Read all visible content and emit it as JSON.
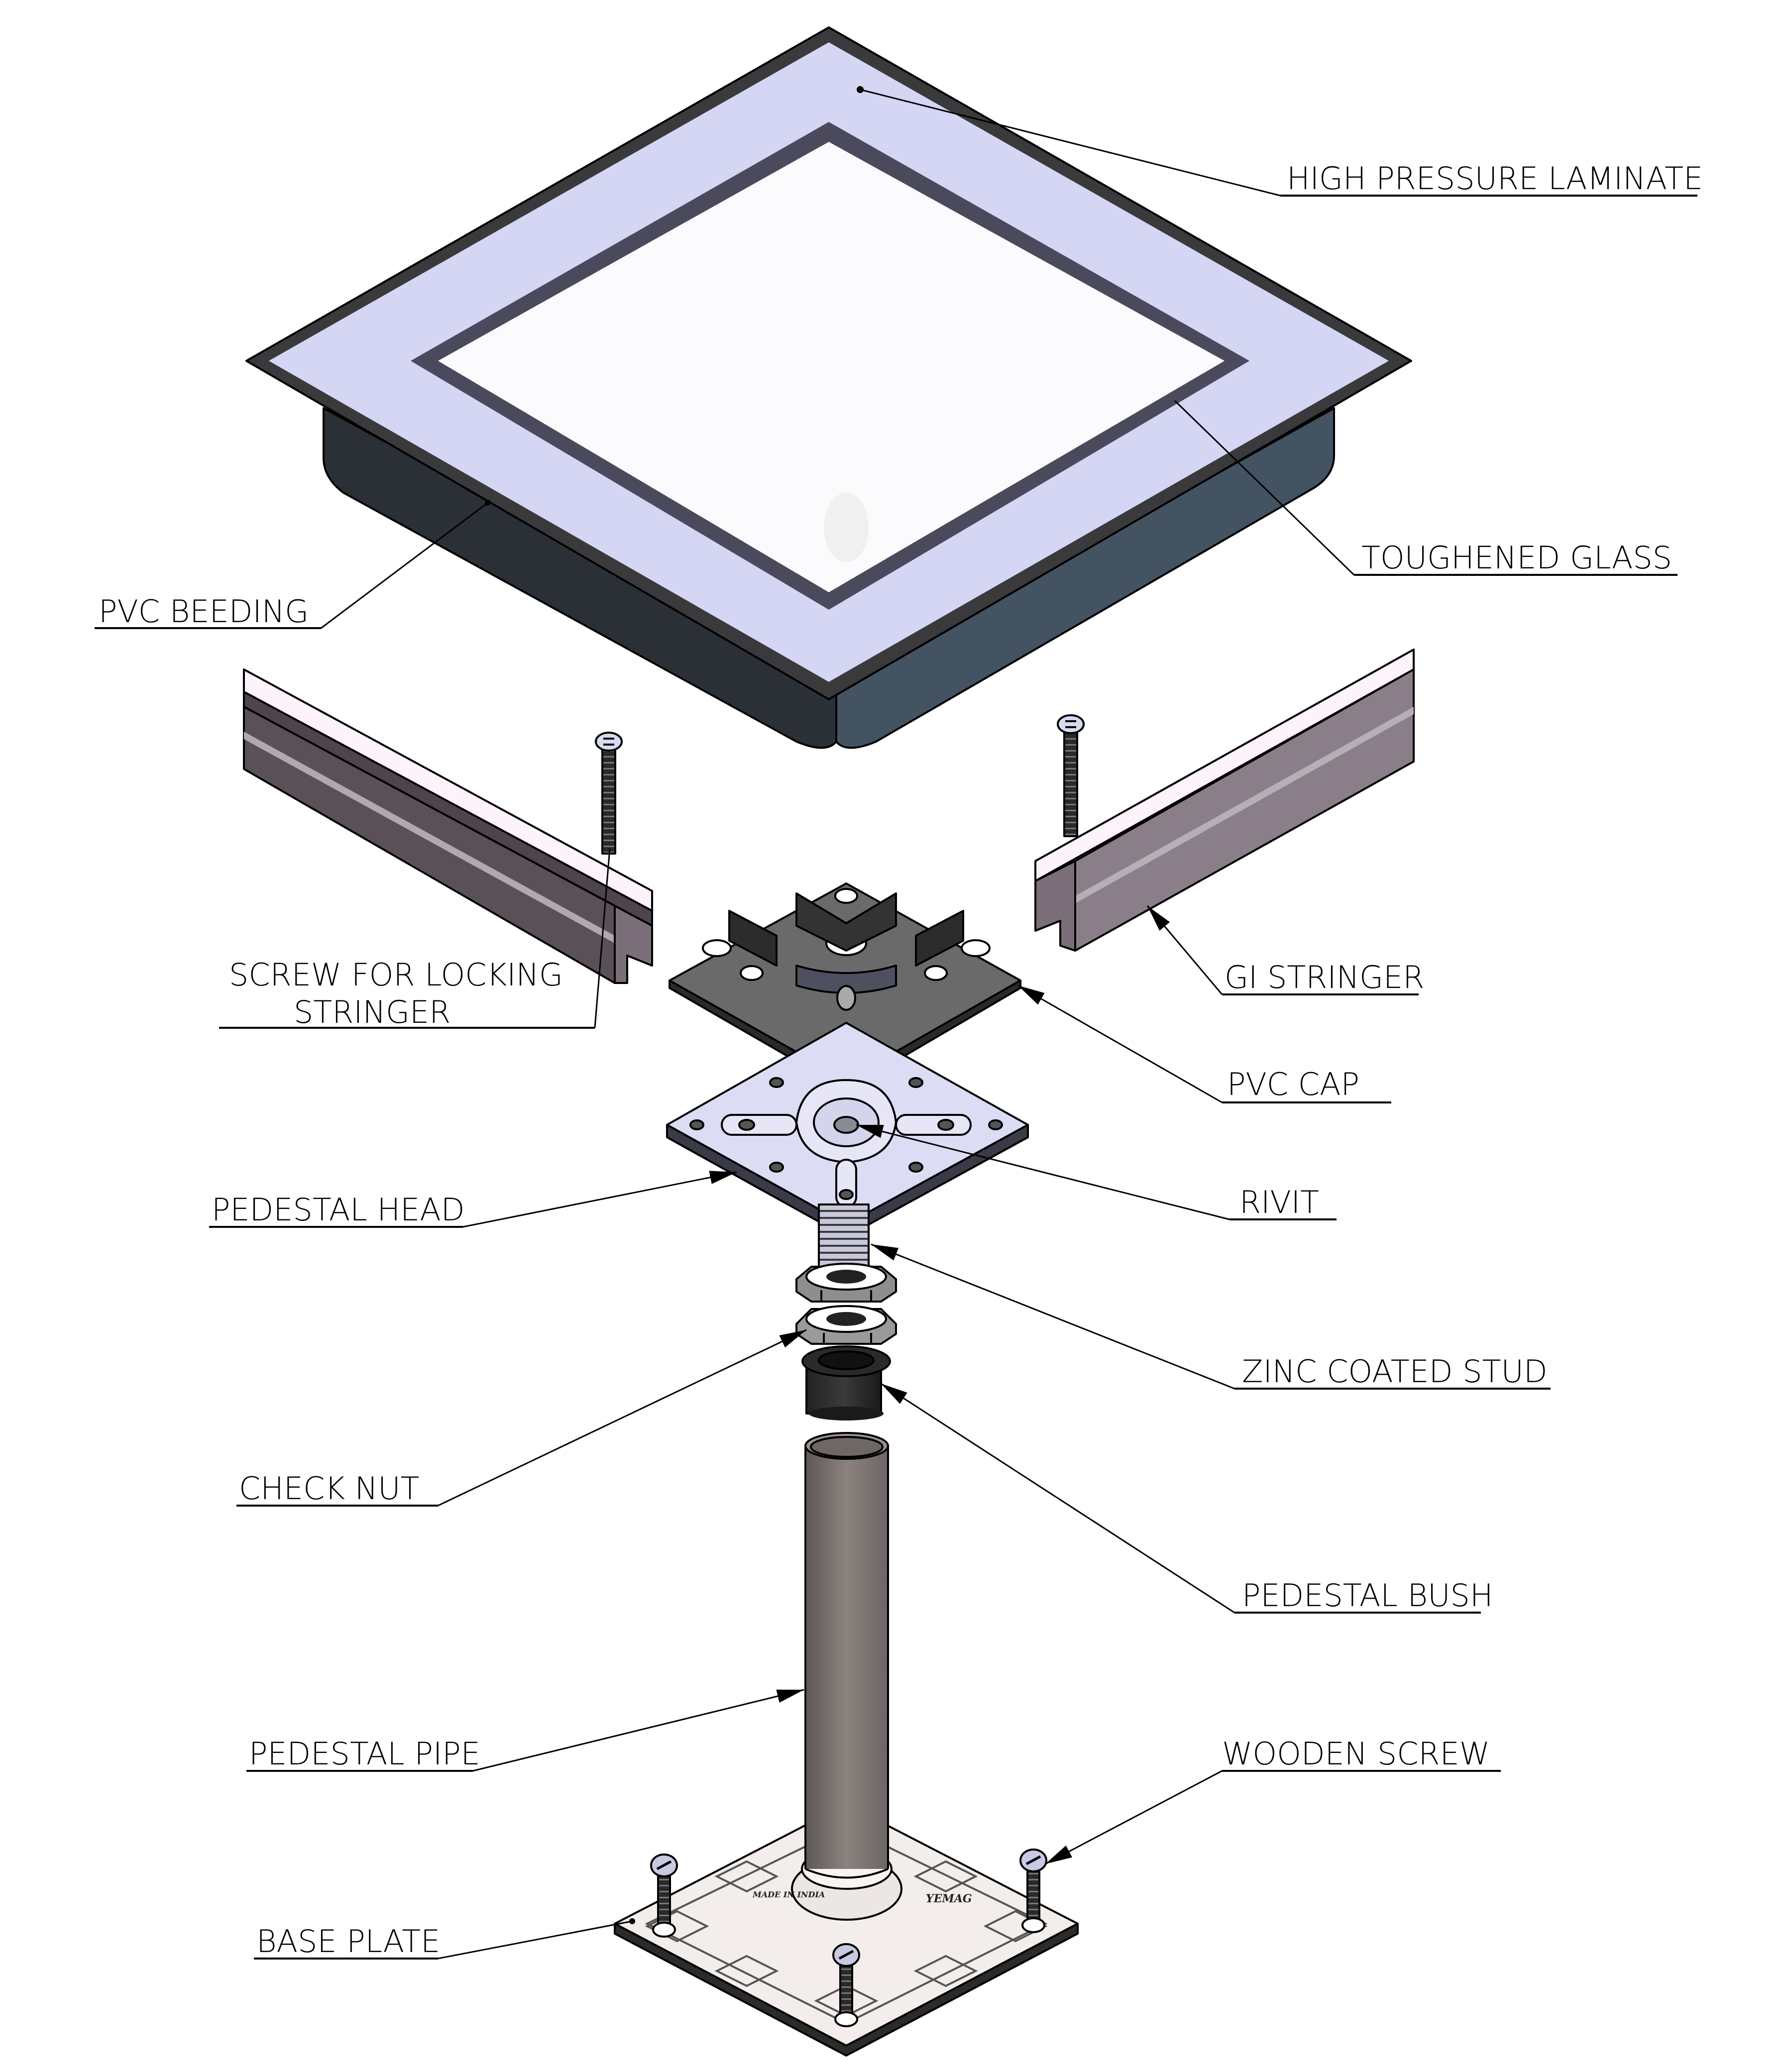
{
  "diagram": {
    "type": "exploded-assembly",
    "subject": "Raised access floor pedestal assembly with glass panel",
    "labels": {
      "high_pressure_laminate": "HIGH PRESSURE LAMINATE",
      "toughened_glass": "TOUGHENED GLASS",
      "pvc_beeding": "PVC BEEDING",
      "screw_for_locking_line1": "SCREW FOR LOCKING",
      "screw_for_locking_line2": "STRINGER",
      "gi_stringer": "GI STRINGER",
      "pvc_cap": "PVC CAP",
      "pedestal_head": "PEDESTAL HEAD",
      "rivit": "RIVIT",
      "zinc_coated_stud": "ZINC COATED STUD",
      "check_nut": "CHECK NUT",
      "pedestal_bush": "PEDESTAL BUSH",
      "pedestal_pipe": "PEDESTAL PIPE",
      "wooden_screw": "WOODEN SCREW",
      "base_plate": "BASE PLATE"
    },
    "base_plate_markings": {
      "left": "MADE IN INDIA",
      "right": "YEMAG"
    },
    "colors": {
      "laminate": "#d4d6f4",
      "panel_edge": "#3a3a3c",
      "panel_side_dark": "#2b3036",
      "panel_side_light": "#435362",
      "stringer_top": "#fcf3fb",
      "stringer_side": "#5a5058",
      "stringer_side_light": "#8a7f88",
      "pvc_cap": "#6a6a6a",
      "pedestal_head": "#dcdcf4",
      "stud": "#b8b8c8",
      "nut": "#9a9a9a",
      "bush": "#1c1c1c",
      "pipe": "#7c7470",
      "base_plate": "#f3eeec"
    }
  }
}
